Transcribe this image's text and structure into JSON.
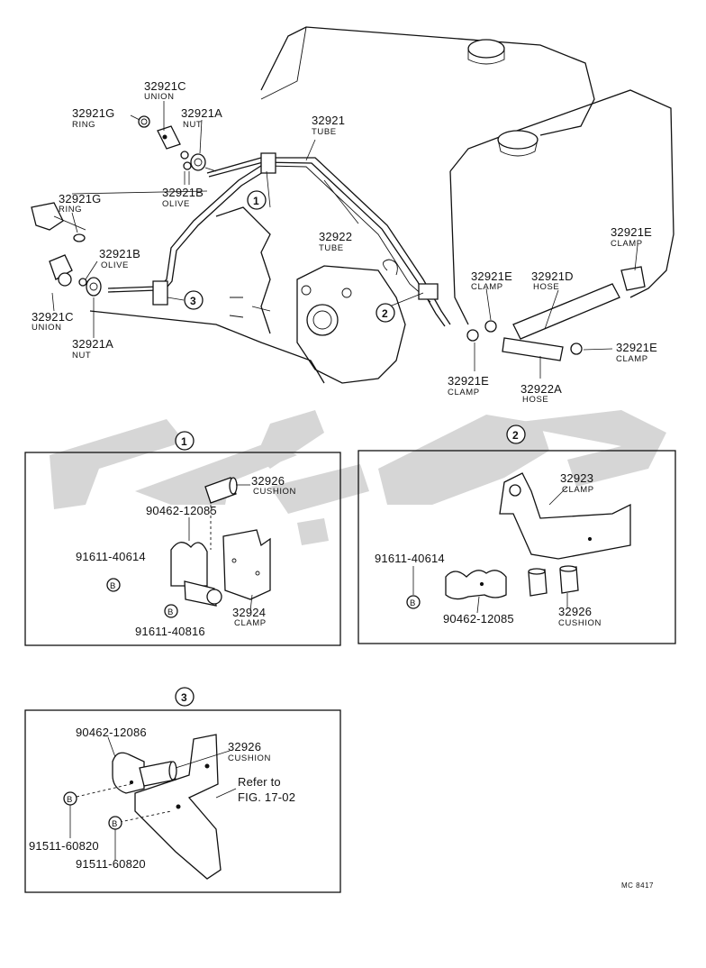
{
  "main_diagram": {
    "callouts": [
      {
        "id": "c1",
        "text": "1"
      },
      {
        "id": "c2",
        "text": "2"
      },
      {
        "id": "c3",
        "text": "3"
      }
    ],
    "labels": {
      "p32921C_top": {
        "number": "32921C",
        "name": "UNION"
      },
      "p32921G_top": {
        "number": "32921G",
        "name": "RING"
      },
      "p32921A_top": {
        "number": "32921A",
        "name": "NUT"
      },
      "p32921B_top": {
        "number": "32921B",
        "name": "OLIVE"
      },
      "p32921": {
        "number": "32921",
        "name": "TUBE"
      },
      "p32921G_left": {
        "number": "32921G",
        "name": "RING"
      },
      "p32922": {
        "number": "32922",
        "name": "TUBE"
      },
      "p32921B_left": {
        "number": "32921B",
        "name": "OLIVE"
      },
      "p32921C_left": {
        "number": "32921C",
        "name": "UNION"
      },
      "p32921A_left": {
        "number": "32921A",
        "name": "NUT"
      },
      "p32921E_a": {
        "number": "32921E",
        "name": "CLAMP"
      },
      "p32921D": {
        "number": "32921D",
        "name": "HOSE"
      },
      "p32921E_b": {
        "number": "32921E",
        "name": "CLAMP"
      },
      "p32921E_c": {
        "number": "32921E",
        "name": "CLAMP"
      },
      "p32921E_d": {
        "number": "32921E",
        "name": "CLAMP"
      },
      "p32922A": {
        "number": "32922A",
        "name": "HOSE"
      }
    }
  },
  "detail_1": {
    "callout": "1",
    "labels": {
      "cushion": {
        "number": "32926",
        "name": "CUSHION"
      },
      "clamp_part": "90462-12085",
      "bolt_a": "91611-40614",
      "bolt_marker_a": "B",
      "bolt_marker_b": "B",
      "bolt_b": "91611-40816",
      "clamp": {
        "number": "32924",
        "name": "CLAMP"
      }
    }
  },
  "detail_2": {
    "callout": "2",
    "labels": {
      "clamp": {
        "number": "32923",
        "name": "CLAMP"
      },
      "bolt": "91611-40614",
      "bolt_marker": "B",
      "clamp_part": "90462-12085",
      "cushion": {
        "number": "32926",
        "name": "CUSHION"
      }
    }
  },
  "detail_3": {
    "callout": "3",
    "labels": {
      "clamp_part": "90462-12086",
      "cushion": {
        "number": "32926",
        "name": "CUSHION"
      },
      "refer_line1": "Refer to",
      "refer_line2": "FIG. 17-02",
      "bolt_marker_a": "B",
      "bolt_marker_b": "B",
      "bolt_a": "91511-60820",
      "bolt_b": "91511-60820"
    }
  },
  "footer": {
    "code": "MC 8417"
  }
}
